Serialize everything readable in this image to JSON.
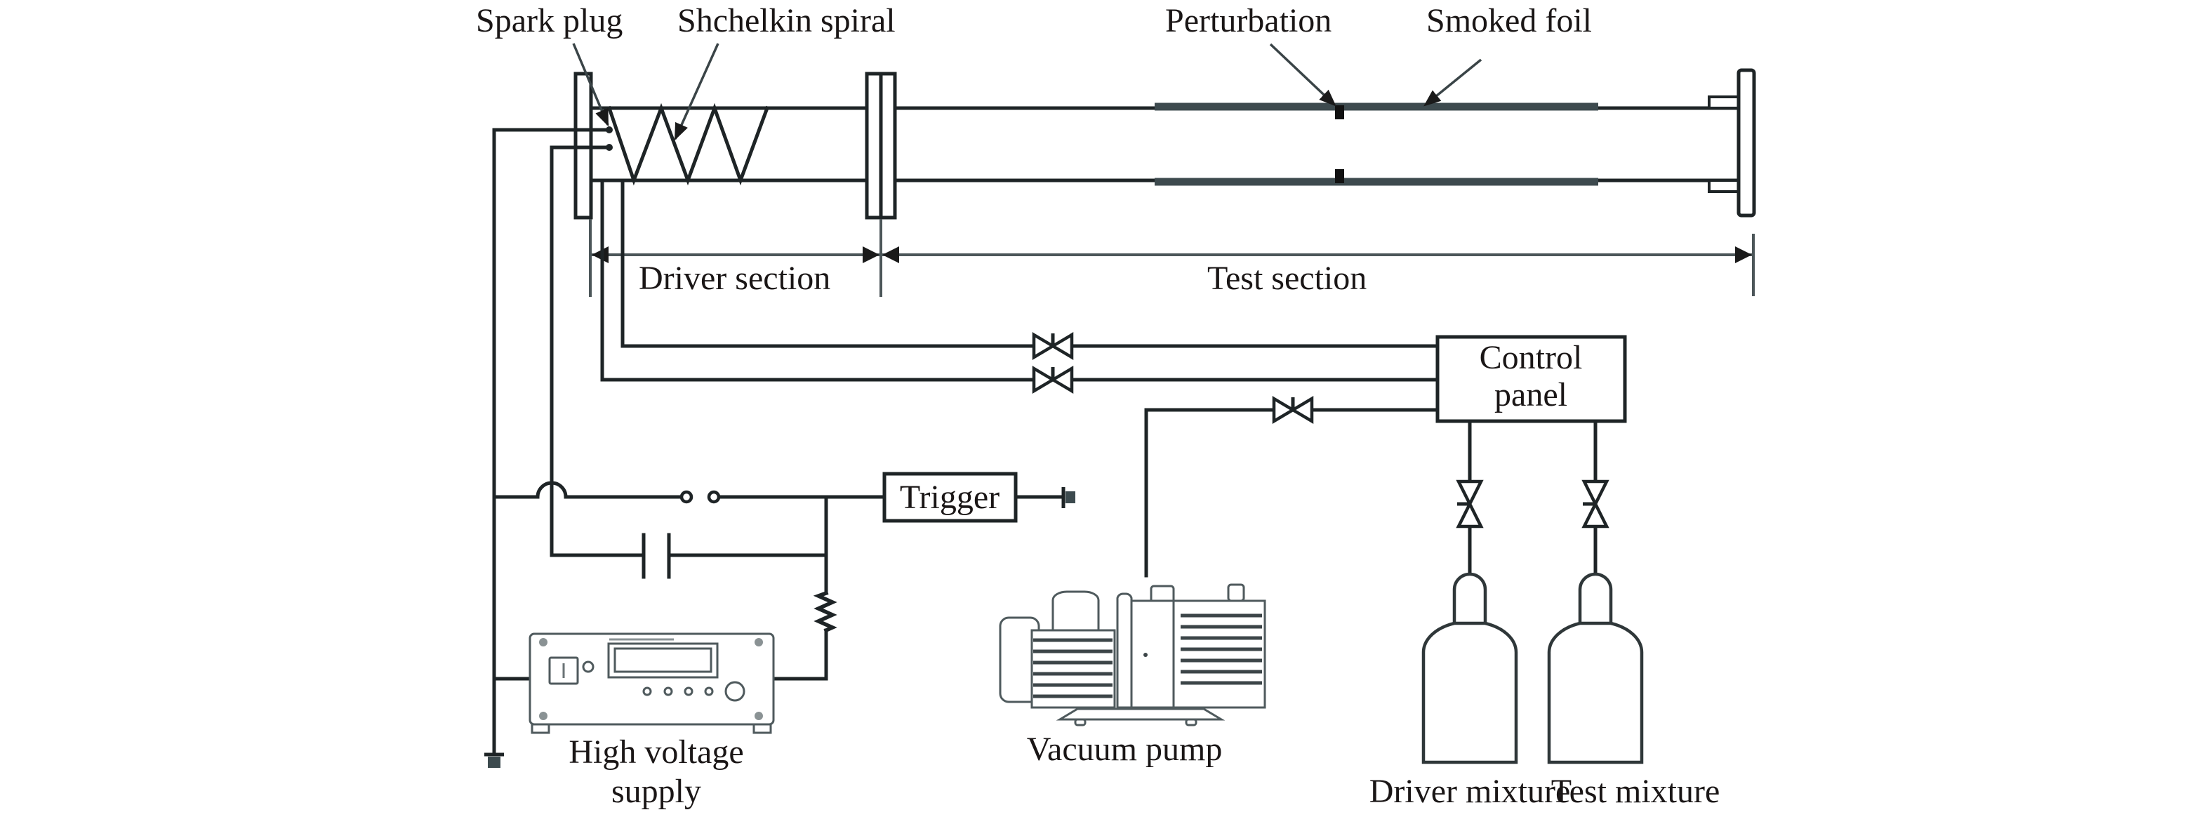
{
  "figure": {
    "title": "Detonation tube experimental setup schematic"
  },
  "labels": {
    "spark_plug": "Spark plug",
    "shchelkin_spiral": "Shchelkin spiral",
    "perturbation": "Perturbation",
    "smoked_foil": "Smoked foil",
    "driver_section": "Driver section",
    "test_section": "Test section",
    "control_panel_line1": "Control",
    "control_panel_line2": "panel",
    "trigger": "Trigger",
    "high_voltage_line1": "High voltage",
    "high_voltage_line2": "supply",
    "vacuum_pump": "Vacuum pump",
    "driver_mixture": "Driver mixture",
    "test_mixture": "Test mixture"
  },
  "components": {
    "valves": [
      "driver-fill-valve",
      "test-fill-valve",
      "vacuum-valve",
      "driver-mixture-valve",
      "test-mixture-valve"
    ],
    "gas_cylinders": [
      "driver-mixture",
      "test-mixture"
    ],
    "circuit": [
      "switch",
      "capacitor",
      "resistor",
      "ground"
    ]
  }
}
